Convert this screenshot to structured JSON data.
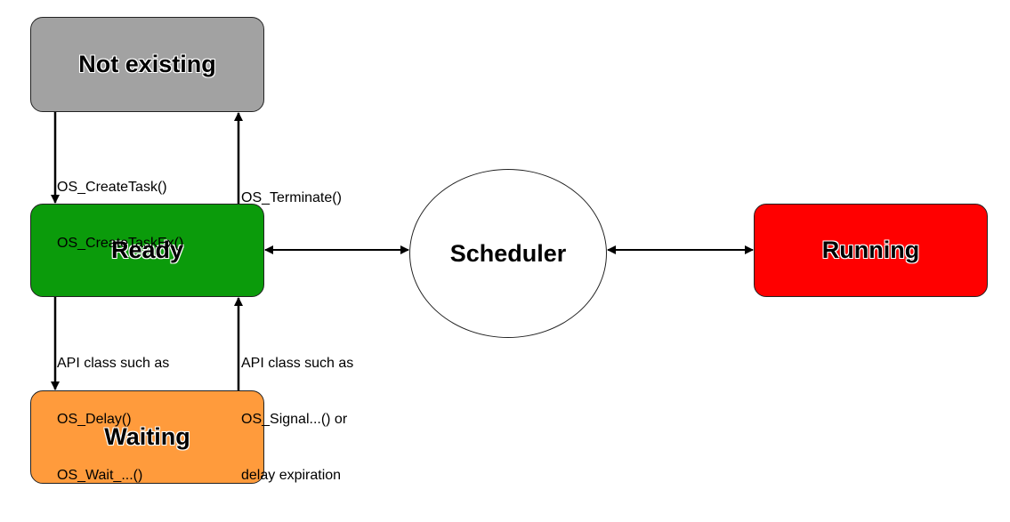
{
  "states": {
    "not_existing": "Not existing",
    "ready": "Ready",
    "waiting": "Waiting",
    "running": "Running"
  },
  "scheduler": "Scheduler",
  "transitions": {
    "create": [
      "OS_CreateTask()",
      "OS_CreateTaskEx()"
    ],
    "terminate": [
      "OS_Terminate()"
    ],
    "to_waiting": [
      "API class such as",
      "OS_Delay()",
      "OS_Wait_...()"
    ],
    "to_ready": [
      "API class such as",
      "OS_Signal...() or",
      "delay expiration"
    ]
  },
  "colors": {
    "not_existing": "#a2a2a2",
    "ready": "#0b9b0b",
    "waiting": "#ff9b3c",
    "running": "#ff0000"
  }
}
